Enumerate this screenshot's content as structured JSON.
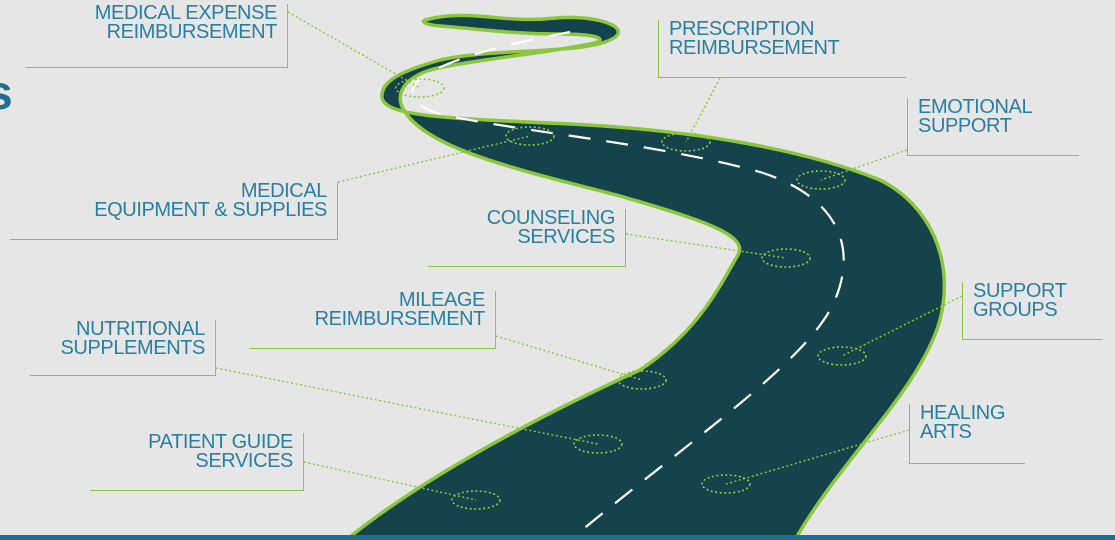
{
  "colors": {
    "background": "#e6e6e6",
    "road": "#14434c",
    "road_edge": "#8cc63f",
    "lane": "#ffffff",
    "label_text": "#2a7fa0",
    "connector": "#8cc63f",
    "bottom_bar": "#1f6f8f"
  },
  "edge_fragment": "s",
  "labels": {
    "medical_expense": [
      "MEDICAL EXPENSE",
      "REIMBURSEMENT"
    ],
    "medical_equipment": [
      "MEDICAL",
      "EQUIPMENT & SUPPLIES"
    ],
    "nutritional": [
      "NUTRITIONAL",
      "SUPPLEMENTS"
    ],
    "patient_guide": [
      "PATIENT GUIDE",
      "SERVICES"
    ],
    "mileage": [
      "MILEAGE",
      "REIMBURSEMENT"
    ],
    "counseling": [
      "COUNSELING",
      "SERVICES"
    ],
    "prescription": [
      "PRESCRIPTION",
      "REIMBURSEMENT"
    ],
    "emotional": [
      "EMOTIONAL",
      "SUPPORT"
    ],
    "support_groups": [
      "SUPPORT",
      "GROUPS"
    ],
    "healing_arts": [
      "HEALING",
      "ARTS"
    ]
  }
}
